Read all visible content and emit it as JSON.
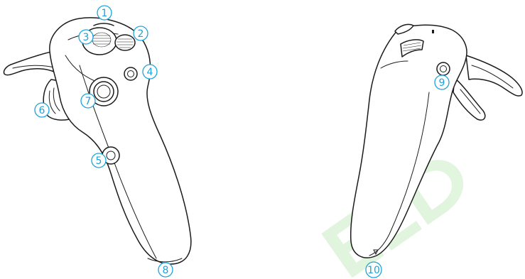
{
  "colors": {
    "callout": "#1aa3dc",
    "outline": "#1b1b1b",
    "watermark": "#7cd66f"
  },
  "callouts": [
    {
      "id": "1",
      "label": "1"
    },
    {
      "id": "2",
      "label": "2"
    },
    {
      "id": "3",
      "label": "3"
    },
    {
      "id": "4",
      "label": "4"
    },
    {
      "id": "5",
      "label": "5"
    },
    {
      "id": "6",
      "label": "6"
    },
    {
      "id": "7",
      "label": "7"
    },
    {
      "id": "8",
      "label": "8"
    },
    {
      "id": "9",
      "label": "9"
    },
    {
      "id": "10",
      "label": "10"
    }
  ],
  "watermark": {
    "text": "ELD"
  }
}
